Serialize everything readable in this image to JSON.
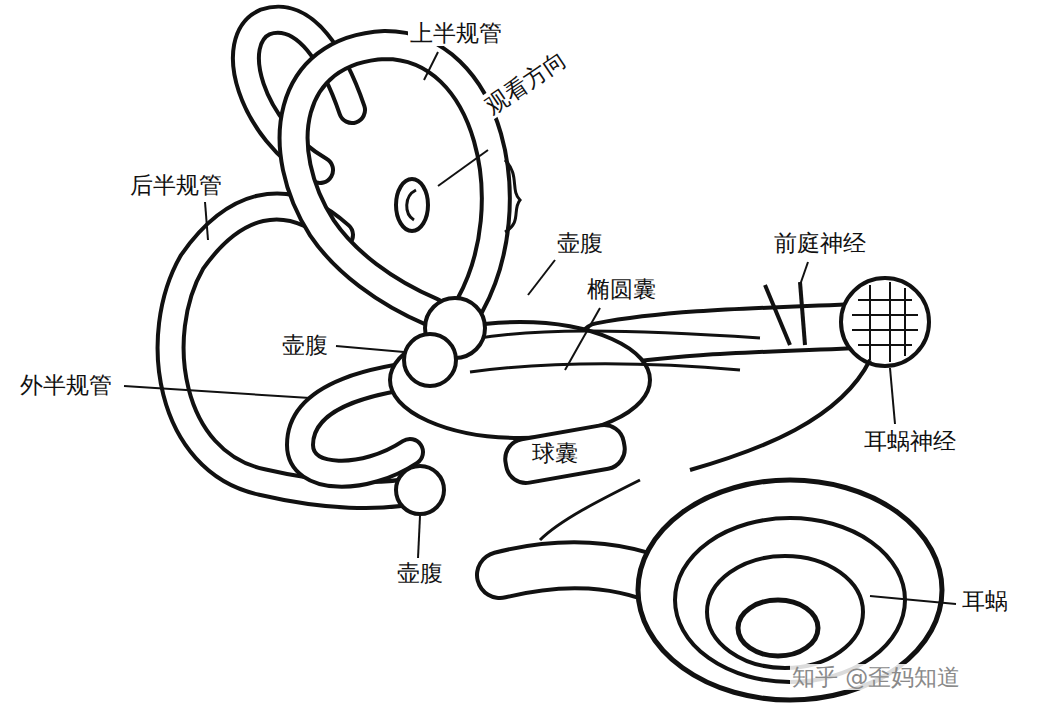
{
  "diagram": {
    "labels": [
      "上半规管",
      "观看方向",
      "后半规管",
      "壶腹",
      "前庭神经",
      "椭圆囊",
      "壶腹",
      "外半规管",
      "耳蜗神经",
      "球囊",
      "壶腹",
      "耳蜗",
      "知乎 @歪妈知道"
    ]
  }
}
